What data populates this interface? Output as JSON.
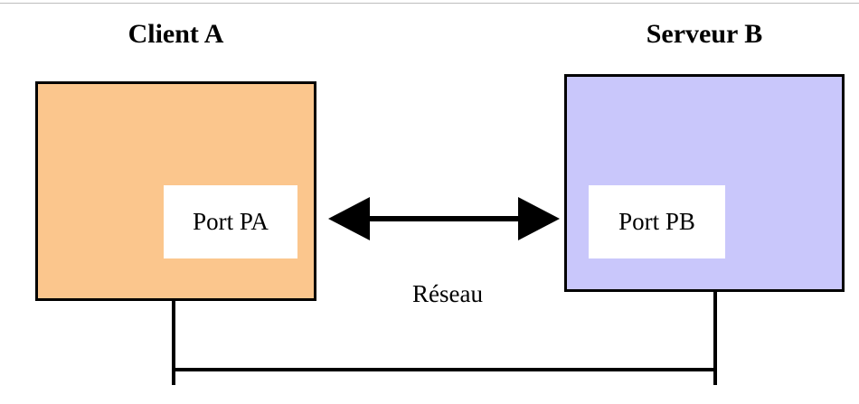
{
  "diagram": {
    "nodes": [
      {
        "id": "client-a",
        "title": "Client A",
        "fill": "#fbc68d",
        "port_label": "Port PA"
      },
      {
        "id": "serveur-b",
        "title": "Serveur B",
        "fill": "#c9c7fb",
        "port_label": "Port PB"
      }
    ],
    "connection": {
      "label": "Réseau",
      "arrow_type": "double-headed",
      "stroke": "#000000"
    },
    "canvas": {
      "background": "#ffffff",
      "rule_color": "#bdbdbd"
    }
  }
}
